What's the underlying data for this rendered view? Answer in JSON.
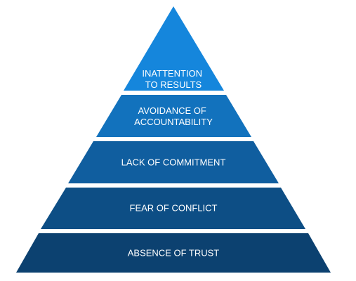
{
  "pyramid": {
    "tiers": [
      {
        "lines": [
          "INATTENTION",
          "TO RESULTS"
        ],
        "color": "#1586dc"
      },
      {
        "lines": [
          "AVOIDANCE OF",
          "ACCOUNTABILITY"
        ],
        "color": "#1272bd"
      },
      {
        "lines": [
          "LACK OF COMMITMENT"
        ],
        "color": "#105e9f"
      },
      {
        "lines": [
          "FEAR OF CONFLICT"
        ],
        "color": "#0d4e85"
      },
      {
        "lines": [
          "ABSENCE OF TRUST"
        ],
        "color": "#0c4170"
      }
    ]
  }
}
